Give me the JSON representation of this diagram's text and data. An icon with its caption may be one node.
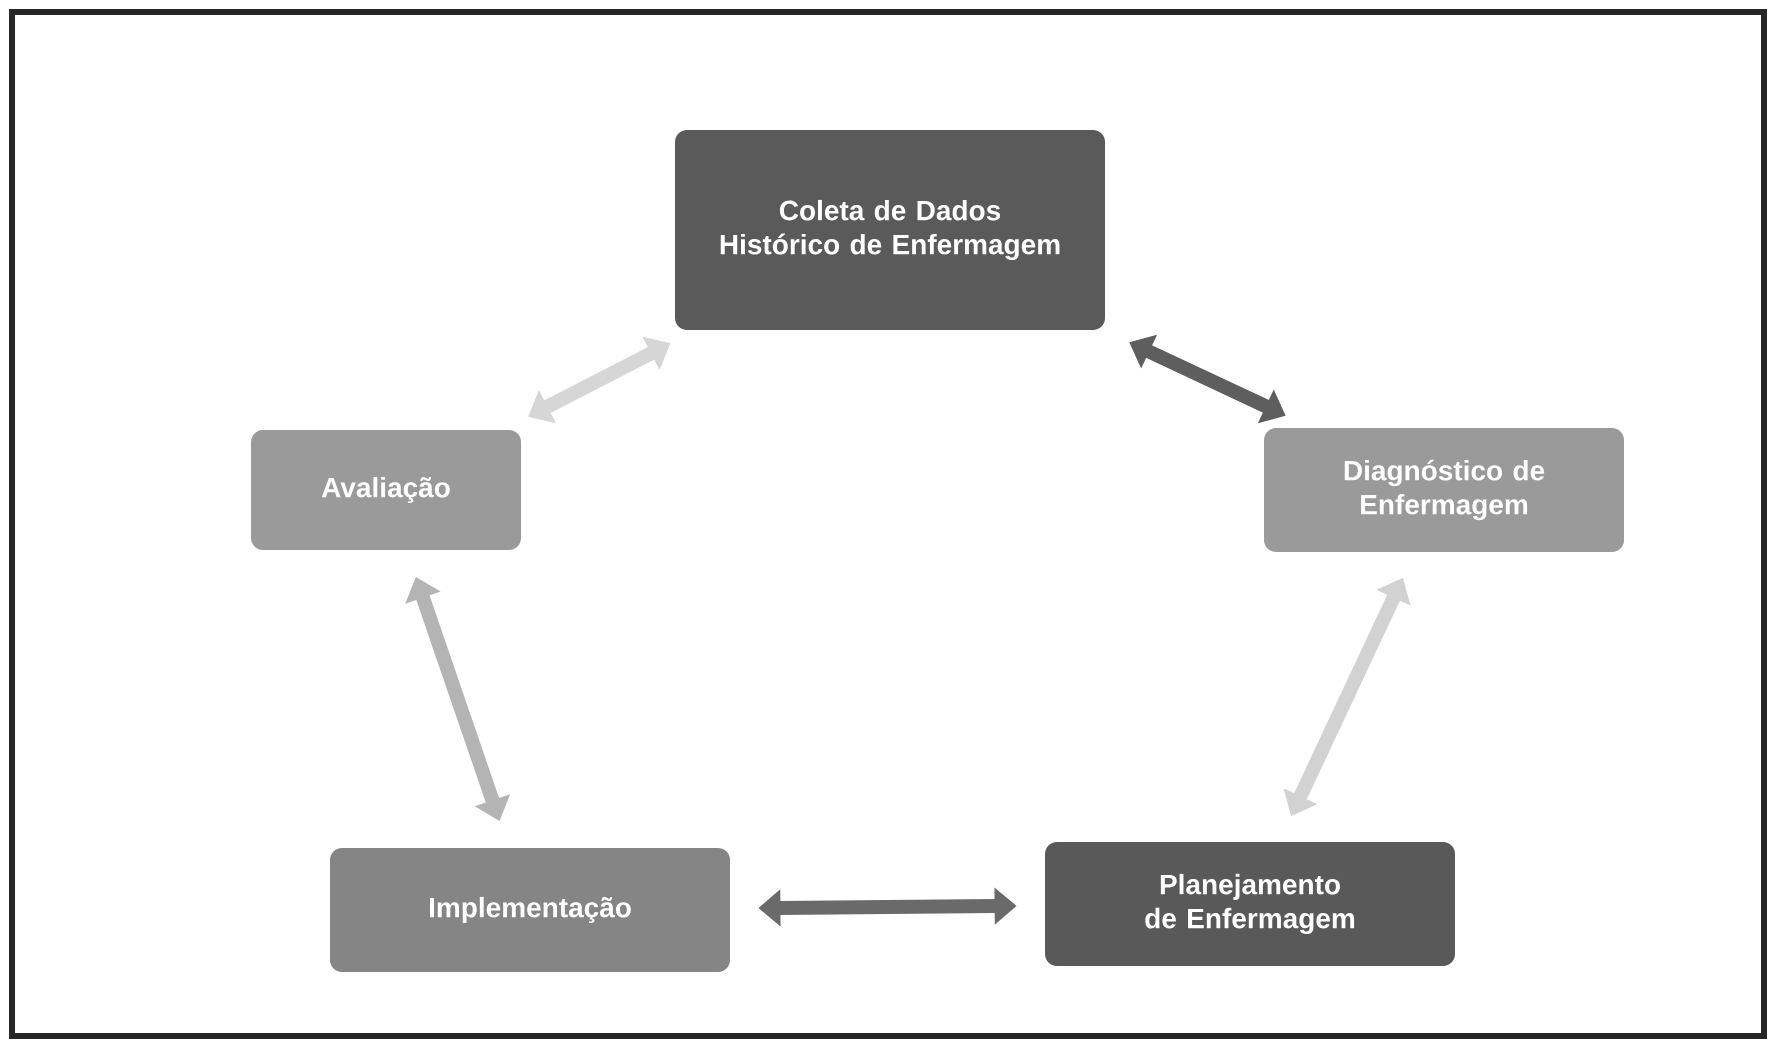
{
  "diagram": {
    "nodes": [
      {
        "text": [
          "Coleta de Dados Histórico de Enfermagem"
        ]
      },
      {
        "text": [
          "Avaliação"
        ]
      },
      {
        "text": [
          "Diagnóstico de Enfermagem"
        ]
      },
      {
        "text": [
          "Implementação"
        ]
      },
      {
        "text": [
          "Planejamento de Enfermagem"
        ]
      }
    ],
    "edges": [
      {
        "from": 0,
        "to": 2,
        "arrow": "both",
        "color": "#5e5e5e"
      },
      {
        "from": 2,
        "to": 4,
        "arrow": "both",
        "color": "#d2d2d2"
      },
      {
        "from": 4,
        "to": 3,
        "arrow": "both",
        "color": "#6a6a6a"
      },
      {
        "from": 3,
        "to": 1,
        "arrow": "both",
        "color": "#b4b4b4"
      },
      {
        "from": 1,
        "to": 0,
        "arrow": "both",
        "color": "#d6d6d6"
      }
    ]
  }
}
